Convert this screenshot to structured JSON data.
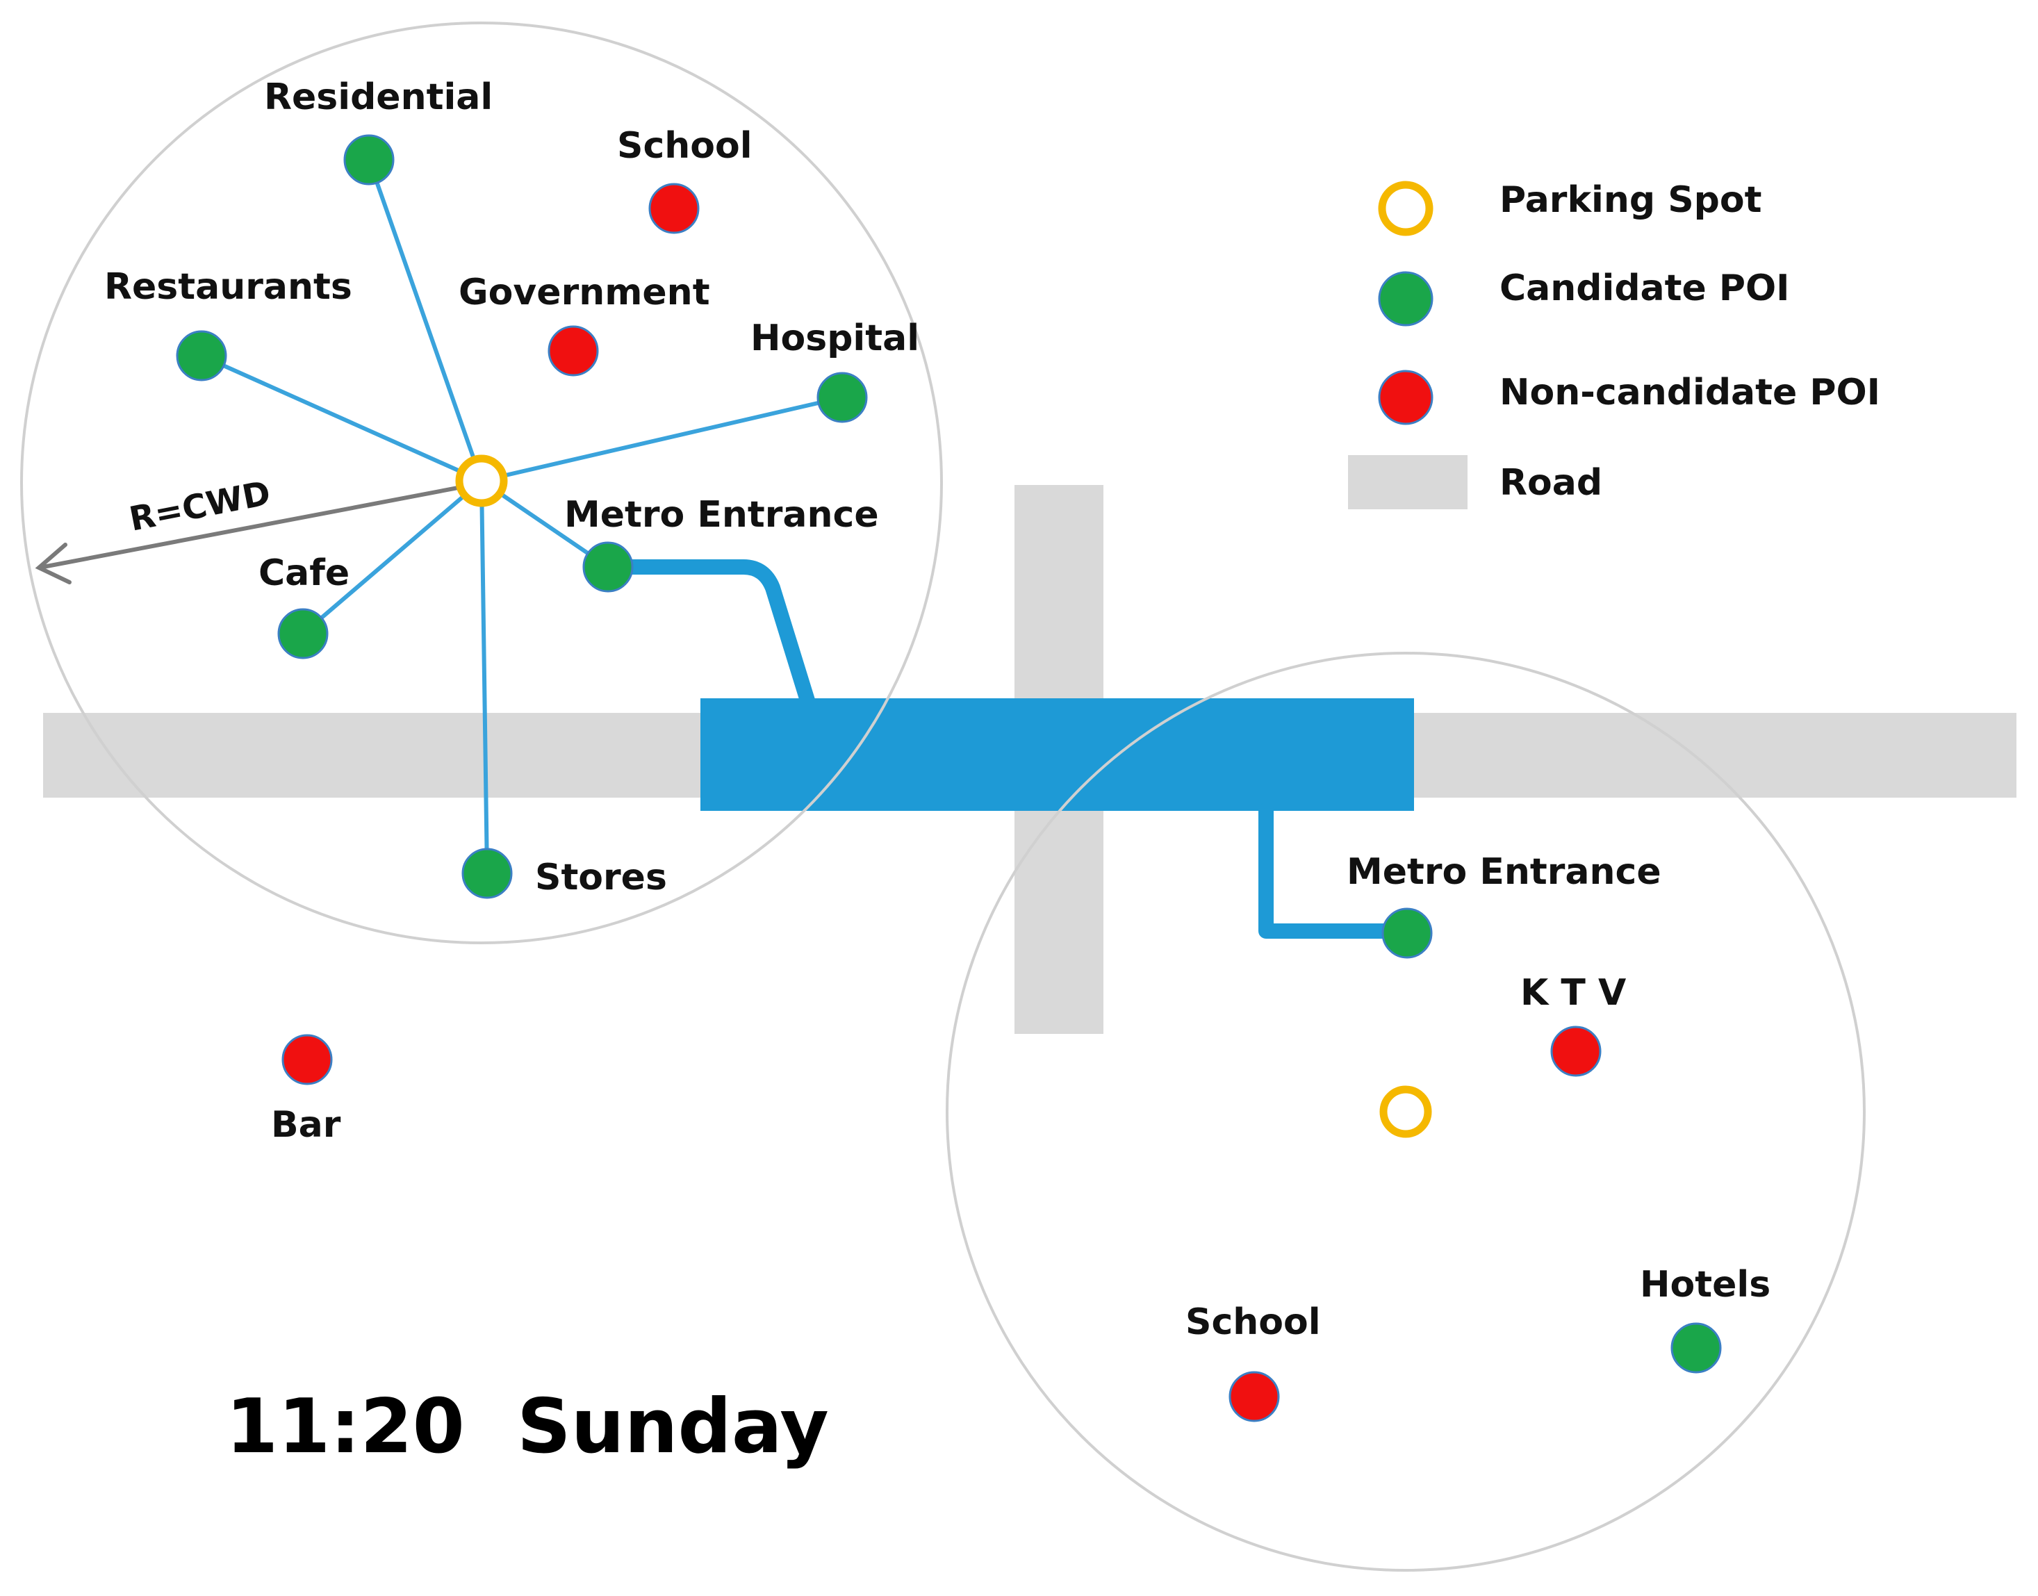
{
  "colors": {
    "road": "#d9d9d9",
    "metro": "#1e9ad6",
    "link": "#3aa3dc",
    "candidate": "#1aa64a",
    "non_candidate": "#f01010",
    "parking": "#f5b800",
    "area": "#d0d0d0",
    "radius_arrow": "#7a7a7a"
  },
  "time_label": "11:20  Sunday",
  "radius_label": "R=CWD",
  "legend": {
    "items": [
      {
        "label": "Parking Spot",
        "icon": "parking-spot-icon"
      },
      {
        "label": "Candidate POI",
        "icon": "candidate-poi-icon"
      },
      {
        "label": "Non-candidate POI",
        "icon": "non-candidate-poi-icon"
      },
      {
        "label": "Road",
        "icon": "road-swatch"
      }
    ]
  },
  "area1": {
    "pois": [
      {
        "label": "Residential",
        "kind": "candidate"
      },
      {
        "label": "School",
        "kind": "non_candidate"
      },
      {
        "label": "Restaurants",
        "kind": "candidate"
      },
      {
        "label": "Government",
        "kind": "non_candidate"
      },
      {
        "label": "Hospital",
        "kind": "candidate"
      },
      {
        "label": "Metro Entrance",
        "kind": "candidate"
      },
      {
        "label": "Cafe",
        "kind": "candidate"
      },
      {
        "label": "Stores",
        "kind": "candidate"
      }
    ]
  },
  "area2": {
    "pois": [
      {
        "label": "Metro Entrance",
        "kind": "candidate"
      },
      {
        "label": "K T V",
        "kind": "non_candidate"
      },
      {
        "label": "School",
        "kind": "non_candidate"
      },
      {
        "label": "Hotels",
        "kind": "candidate"
      }
    ]
  },
  "outside_pois": [
    {
      "label": "Bar",
      "kind": "non_candidate"
    }
  ]
}
